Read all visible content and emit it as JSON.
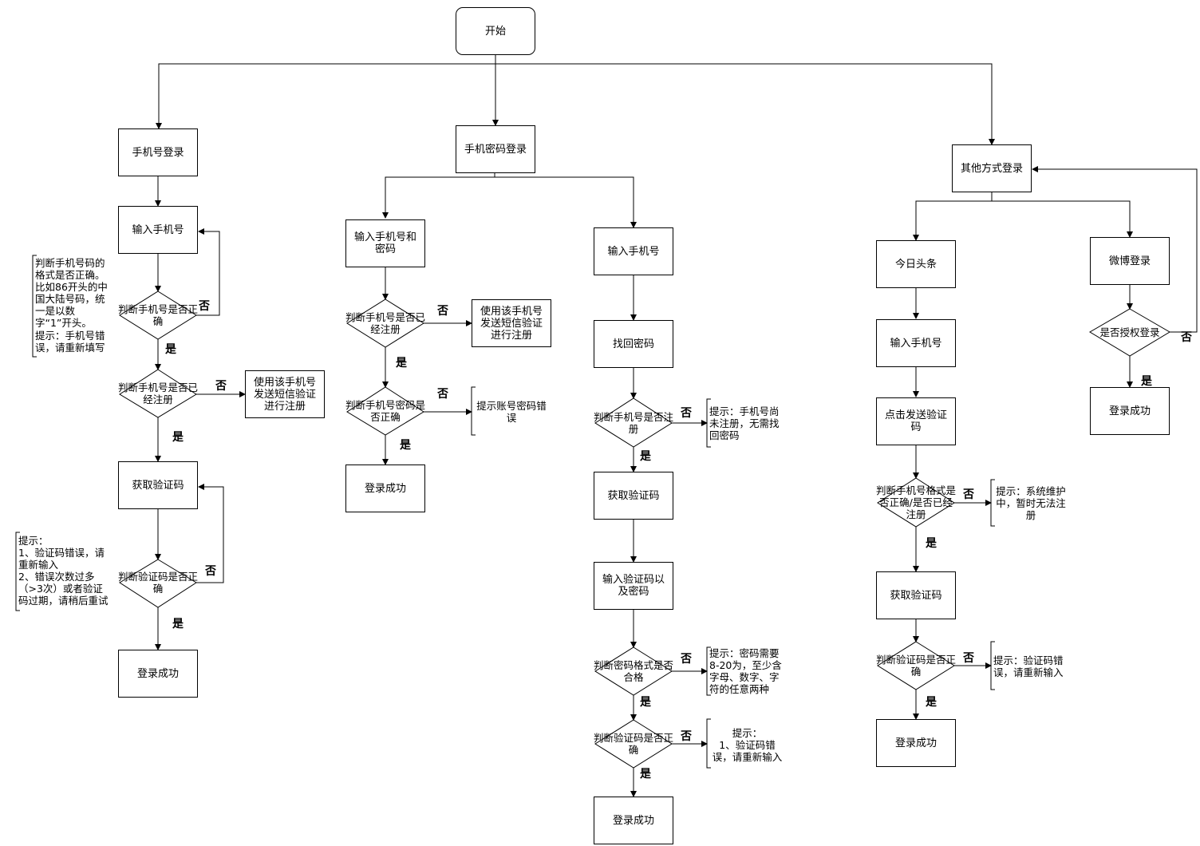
{
  "nodes": {
    "start": "开始",
    "phone_login": "手机号登录",
    "phone_pwd_login": "手机密码登录",
    "other_login": "其他方式登录",
    "a_input_phone": "输入手机号",
    "a_check_format": "判断手机号是否正确",
    "a_check_registered": "判断手机号是否已经注册",
    "a_register": "使用该手机号发送短信验证进行注册",
    "a_get_code": "获取验证码",
    "a_check_code": "判断验证码是否正确",
    "a_success": "登录成功",
    "b_input_phone_pwd": "输入手机号和密码",
    "b_check_registered": "判断手机号是否已经注册",
    "b_register": "使用该手机号发送短信验证进行注册",
    "b_check_pwd": "判断手机号密码是否正确",
    "b_pwd_error": "提示账号密码错误",
    "b_success": "登录成功",
    "c_input_phone": "输入手机号",
    "c_find_pwd": "找回密码",
    "c_check_registered": "判断手机号是否注册",
    "c_get_code": "获取验证码",
    "c_input_code_pwd": "输入验证码以及密码",
    "c_check_pwd_format": "判断密码格式是否合格",
    "c_check_code": "判断验证码是否正确",
    "c_success": "登录成功",
    "d_toutiao": "今日头条",
    "d_input_phone": "输入手机号",
    "d_send_code": "点击发送验证码",
    "d_check_phone": "判断手机号格式是否正确/是否已经注册",
    "d_get_code": "获取验证码",
    "d_check_code": "判断验证码是否正确",
    "d_success": "登录成功",
    "e_weibo": "微博登录",
    "e_check_auth": "是否授权登录",
    "e_success": "登录成功"
  },
  "notes": {
    "a_format_note": "判断手机号码的格式是否正确。比如86开头的中国大陆号码，统一是以数字“1”开头。",
    "a_format_tip": "提示：手机号错误，请重新填写",
    "a_code_tip": "提示：\n1、验证码错误，请重新输入\n2、错误次数过多（>3次）或者验证码过期，请稍后重试",
    "c_unregistered_tip": "提示：手机号尚未注册，无需找回密码",
    "c_pwd_tip": "提示：密码需要8-20为，至少含字母、数字、字符的任意两种",
    "c_code_tip": "提示：\n1、验证码错误，请重新输入",
    "d_maintenance_tip": "提示：系统维护中，暂时无法注册",
    "d_code_tip": "提示：验证码错误，请重新输入"
  },
  "labels": {
    "yes": "是",
    "no": "否"
  }
}
